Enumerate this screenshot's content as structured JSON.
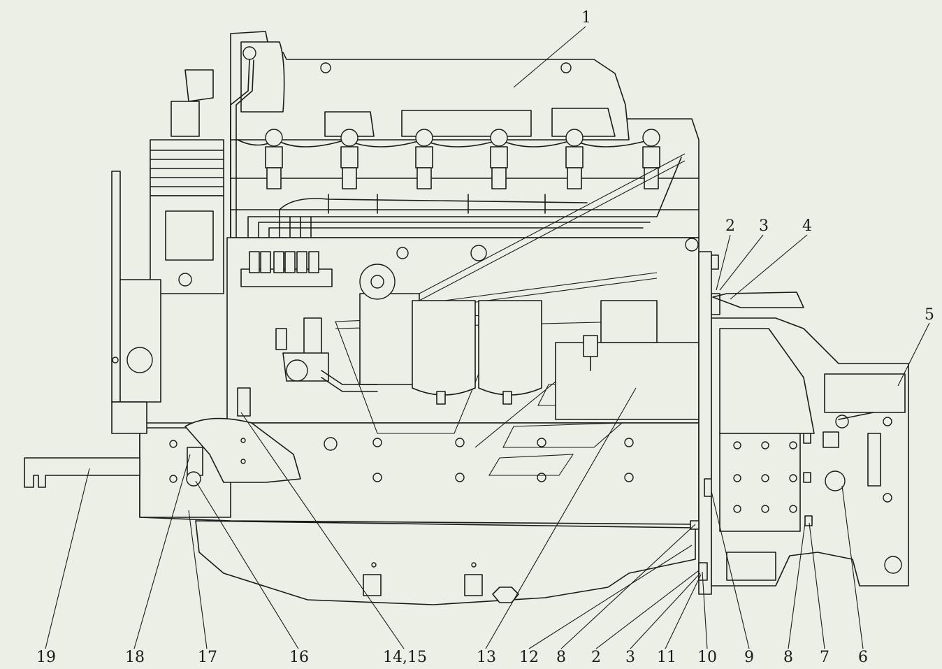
{
  "callouts": {
    "c1": "1",
    "c2_top": "2",
    "c3_top": "3",
    "c4": "4",
    "c5": "5",
    "c6": "6",
    "c7": "7",
    "c8_right": "8",
    "c9": "9",
    "c10": "10",
    "c11": "11",
    "c3_bottom": "3",
    "c2_bottom": "2",
    "c8_bottom": "8",
    "c12": "12",
    "c13": "13",
    "c14_15": "14,15",
    "c16": "16",
    "c17": "17",
    "c18": "18",
    "c19": "19"
  }
}
